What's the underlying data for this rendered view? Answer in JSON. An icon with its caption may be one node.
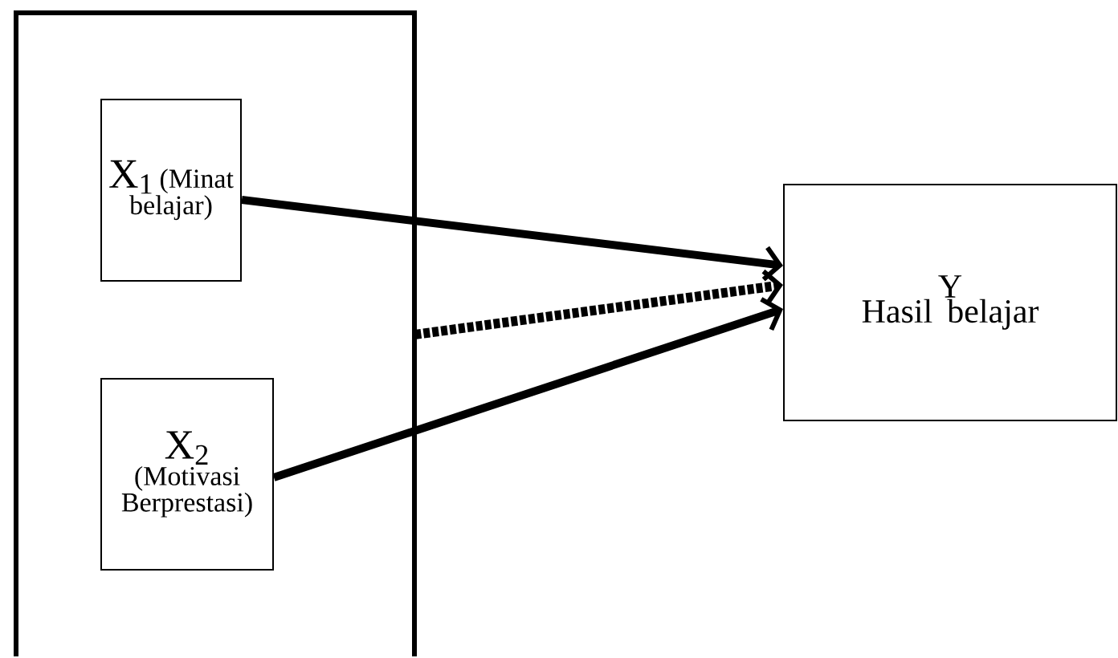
{
  "diagram": {
    "nodes": [
      {
        "text": [],
        "shape": "box"
      },
      {
        "text": [
          "X$_{1}$",
          "(Minat belajar)"
        ],
        "in": 0
      },
      {
        "text": [
          "X$_{2}$",
          "(Motivasi Berprestasi)"
        ],
        "in": 0
      },
      {
        "text": [
          "Y",
          "Hasil belajar"
        ]
      }
    ],
    "edges": [
      {
        "from": 1,
        "to": 3,
        "arrow": "to"
      },
      {
        "from": 0,
        "to": 3,
        "arrow": "to",
        "style": "dashed"
      },
      {
        "from": 2,
        "to": 3,
        "arrow": "to"
      }
    ]
  }
}
